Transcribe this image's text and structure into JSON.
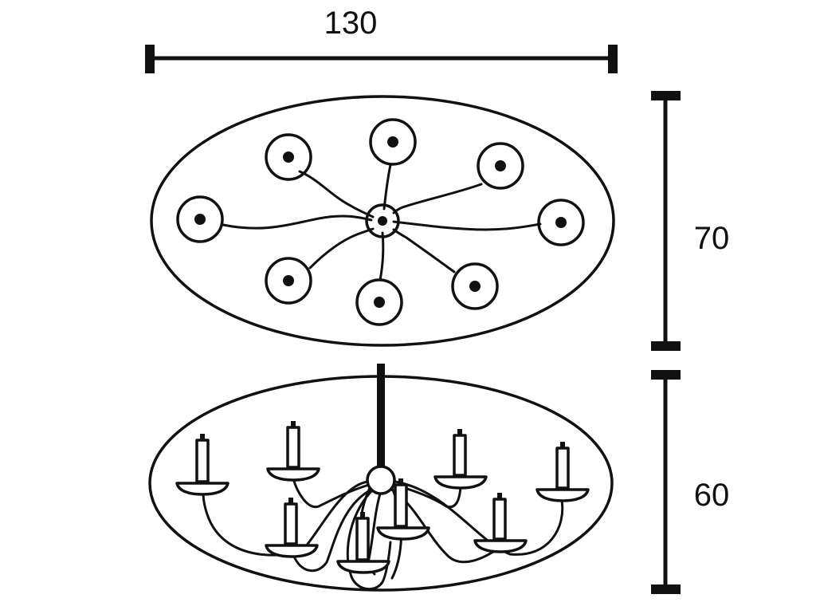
{
  "dimensions": {
    "width": "130",
    "depth": "70",
    "height": "60"
  },
  "colors": {
    "line": "#111111",
    "background": "#ffffff"
  }
}
